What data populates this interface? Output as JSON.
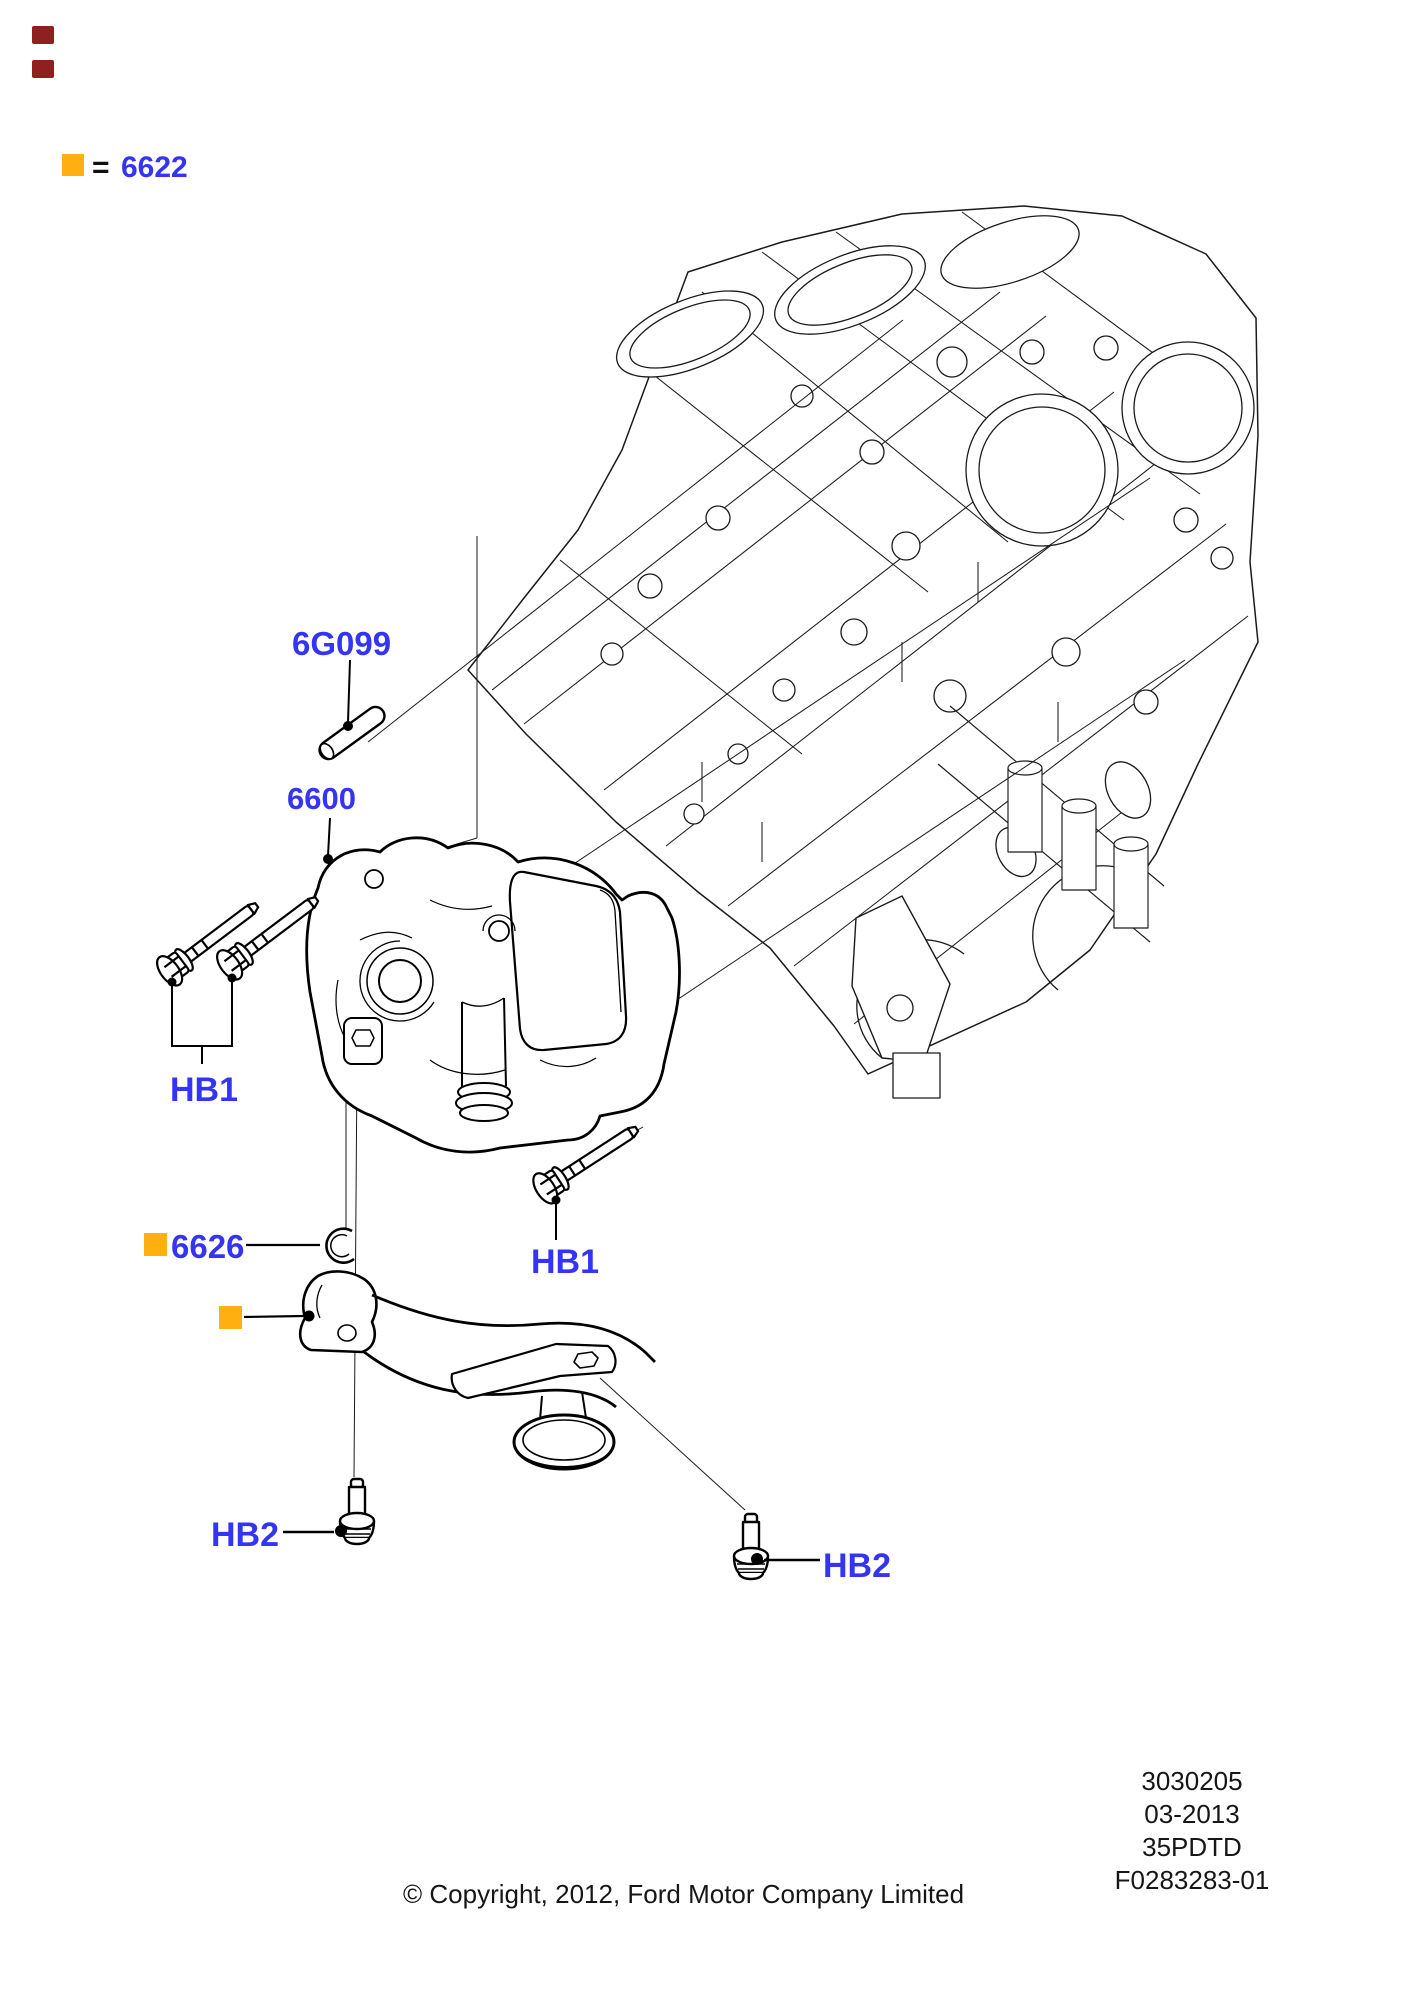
{
  "legend": {
    "equals": "=",
    "part_number": "6622"
  },
  "callouts": {
    "dowel_pin": "6G099",
    "oil_pump": "6600",
    "bolts_upper_pair": "HB1",
    "bolt_mid": "HB1",
    "retainer_ring": "6626",
    "bolt_lower_left": "HB2",
    "bolt_lower_right": "HB2"
  },
  "footer": {
    "catalog_number": "3030205",
    "revision_date": "03-2013",
    "vehicle_code": "35PDTD",
    "figure_number": "F0283283-01",
    "copyright": "© Copyright, 2012, Ford Motor Company Limited"
  },
  "colors": {
    "label_blue": "#3434F5",
    "highlight_orange": "#FFB010",
    "marker_maroon": "#8E2020",
    "line_black": "#000000",
    "background": "#FFFFFF"
  },
  "icons": {
    "legend_swatch": "orange-square-icon",
    "highlight_swatch_ring": "orange-square-icon",
    "highlight_swatch_tube": "orange-square-icon",
    "corner_markers": "bookmark-marker-icon"
  }
}
